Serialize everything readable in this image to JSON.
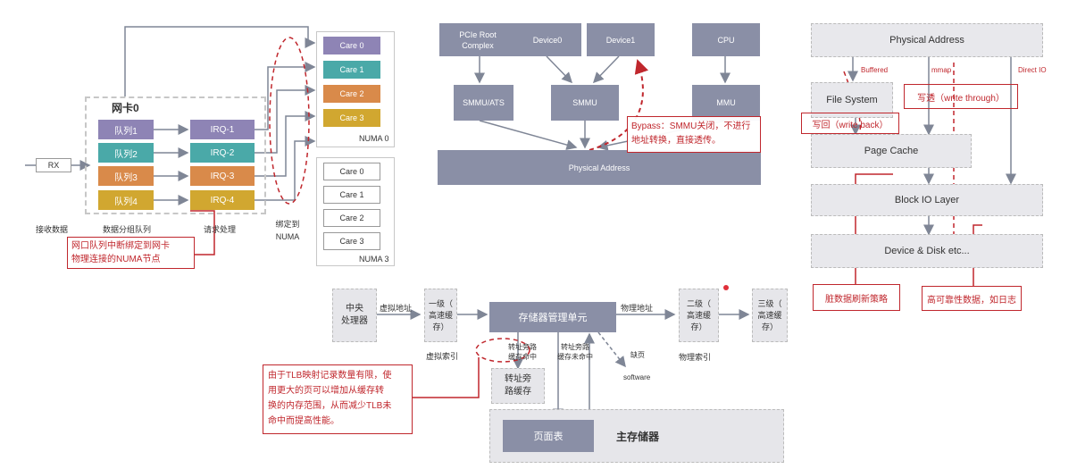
{
  "nic": {
    "title": "网卡0",
    "rx_label": "RX",
    "queues": [
      "队列1",
      "队列2",
      "队列3",
      "队列4"
    ],
    "irqs": [
      "IRQ-1",
      "IRQ-2",
      "IRQ-3",
      "IRQ-4"
    ],
    "numa0_cores": [
      "Care 0",
      "Care 1",
      "Care 2",
      "Care 3"
    ],
    "numa3_cores": [
      "Care 0",
      "Care 1",
      "Care 2",
      "Care 3"
    ],
    "numa0_label": "NUMA 0",
    "numa3_label": "NUMA 3",
    "bind_label": "绑定到\nNUMA",
    "col_labels": [
      "接收数据",
      "数据分组队列",
      "请求处理"
    ],
    "note": "网口队列中断绑定到网卡\n物理连接的NUMA节点"
  },
  "iommu": {
    "top": [
      "PCIe Root\nComplex",
      "Device0",
      "Device1",
      "CPU"
    ],
    "mid": [
      "SMMU/ATS",
      "SMMU",
      "MMU"
    ],
    "bottom": "Physical Address",
    "bypass_note": "Bypass：SMMU关闭，不进行\n地址转换，直接透传。"
  },
  "io_stack": {
    "physical": "Physical Address",
    "fs": "File System",
    "page_cache": "Page Cache",
    "block": "Block IO Layer",
    "device": "Device & Disk etc...",
    "buffered": "Buffered",
    "mmap": "mmap",
    "direct": "Direct IO",
    "write_back": "写回（write back）",
    "write_through": "写透（write through）",
    "dirty_note": "脏数据刷新策略",
    "reliable_note": "高可靠性数据，如日志"
  },
  "mem": {
    "cpu": "中央\n处理器",
    "vaddr": "虚拟地址",
    "l1": "一级（\n高速缓\n存）",
    "vindex": "虚拟索引",
    "mmu": "存储器管理单元",
    "paddr": "物理地址",
    "l2": "二级（\n高速缓\n存）",
    "pindex": "物理索引",
    "l3": "三级（\n高速缓\n存）",
    "tlb_hit": "转址旁路\n缓存命中",
    "tlb_miss": "转址旁路\n缓存未命中",
    "page_fault": "缺页",
    "software": "software",
    "tlb": "转址旁\n路缓存",
    "page_table": "页面表",
    "main_mem": "主存储器",
    "note": "由于TLB映射记录数量有限，使\n用更大的页可以增加从缓存转\n换的内存范围，从而减少TLB未\n命中而提高性能。"
  }
}
